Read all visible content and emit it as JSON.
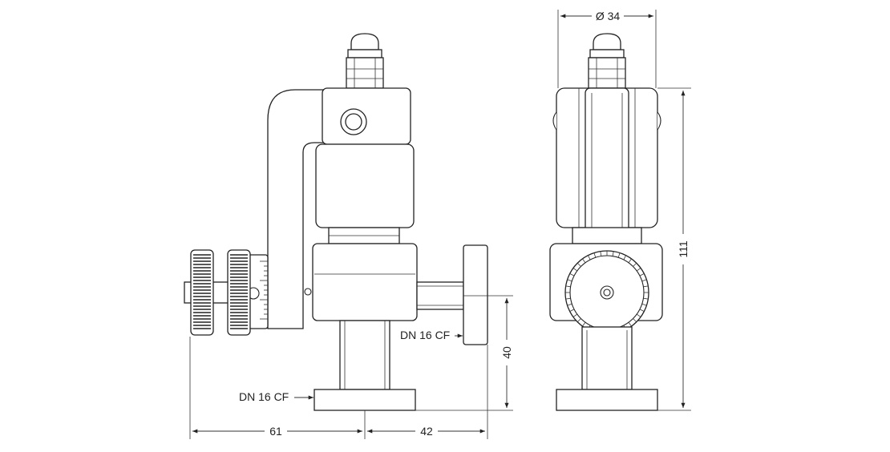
{
  "front_view": {
    "flange_top_label": "DN 16 CF",
    "flange_bottom_label": "DN 16 CF",
    "dim_height_flange": "40",
    "dim_left_width": "61",
    "dim_right_width": "42"
  },
  "side_view": {
    "dim_diameter": "Ø 34",
    "dim_total_height": "111"
  }
}
